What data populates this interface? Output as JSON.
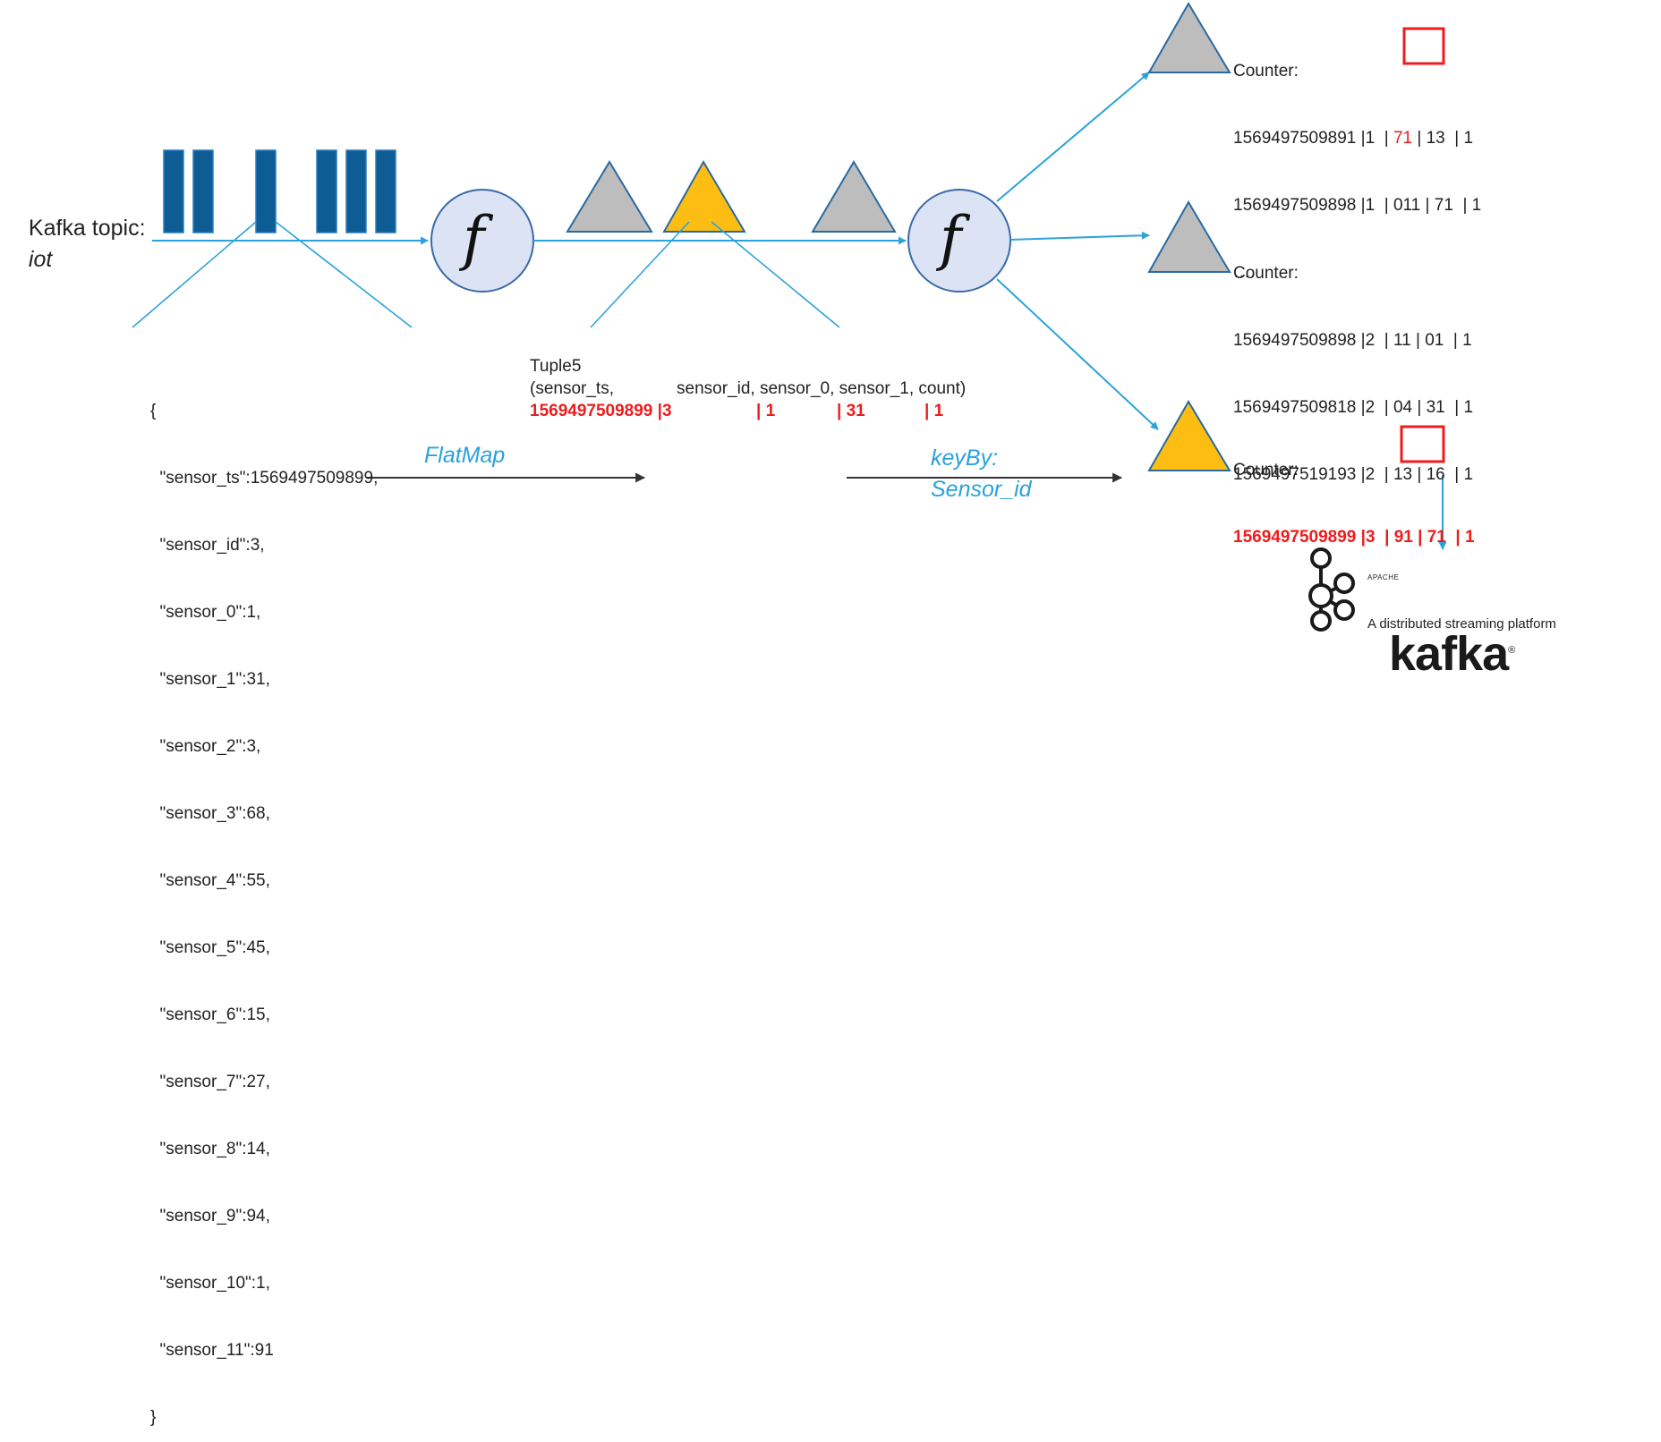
{
  "kafka_topic": {
    "label": "Kafka topic:",
    "name": "iot"
  },
  "function_symbol": "f",
  "json_record": {
    "open": "{",
    "lines": [
      "  \"sensor_ts\":1569497509899,",
      "  \"sensor_id\":3,",
      "  \"sensor_0\":1,",
      "  \"sensor_1\":31,",
      "  \"sensor_2\":3,",
      "  \"sensor_3\":68,",
      "  \"sensor_4\":55,",
      "  \"sensor_5\":45,",
      "  \"sensor_6\":15,",
      "  \"sensor_7\":27,",
      "  \"sensor_8\":14,",
      "  \"sensor_9\":94,",
      "  \"sensor_10\":1,",
      "  \"sensor_11\":91"
    ],
    "close": "}"
  },
  "tuple": {
    "title": "Tuple5",
    "fields": [
      "(sensor_ts,",
      "sensor_id, sensor_0, sensor_1, count)"
    ],
    "values": [
      "1569497509899 |3",
      "| 1",
      "| 31",
      "| 1"
    ]
  },
  "operations": {
    "flatmap": "FlatMap",
    "keyby_line1": "keyBy:",
    "keyby_line2": "Sensor_id"
  },
  "counters": [
    {
      "label": "Counter:",
      "rows": [
        {
          "ts": "1569497509891",
          "id": "1",
          "s0": "71",
          "s1": "13",
          "count": "1"
        },
        {
          "ts": "1569497509898",
          "id": "1",
          "s0": "011",
          "s1": "71",
          "count": "1"
        }
      ],
      "ellipsis": "…."
    },
    {
      "label": "Counter:",
      "rows": [
        {
          "ts": "1569497509898",
          "id": "2",
          "s0": "11",
          "s1": "01",
          "count": "1"
        },
        {
          "ts": "1569497509818",
          "id": "2",
          "s0": "04",
          "s1": "31",
          "count": "1"
        },
        {
          "ts": "1569497519193",
          "id": "2",
          "s0": "13",
          "s1": "16",
          "count": "1"
        }
      ]
    },
    {
      "label": "Counter:",
      "rows": [
        {
          "ts": "1569497509899",
          "id": "3",
          "s0": "91",
          "s1": "71",
          "count": "1"
        }
      ]
    }
  ],
  "kafka_logo": {
    "apache": "APACHE",
    "word": "kafka",
    "registered": "®",
    "tagline": "A distributed streaming platform"
  },
  "colors": {
    "blue": "#2aa2dc",
    "bar": "#0d5c94",
    "circle_fill": "#dbe3f5",
    "circle_stroke": "#3a6aa8",
    "gray": "#bdbdbd",
    "yellow": "#fdbd13",
    "red": "#ee1c1c"
  }
}
